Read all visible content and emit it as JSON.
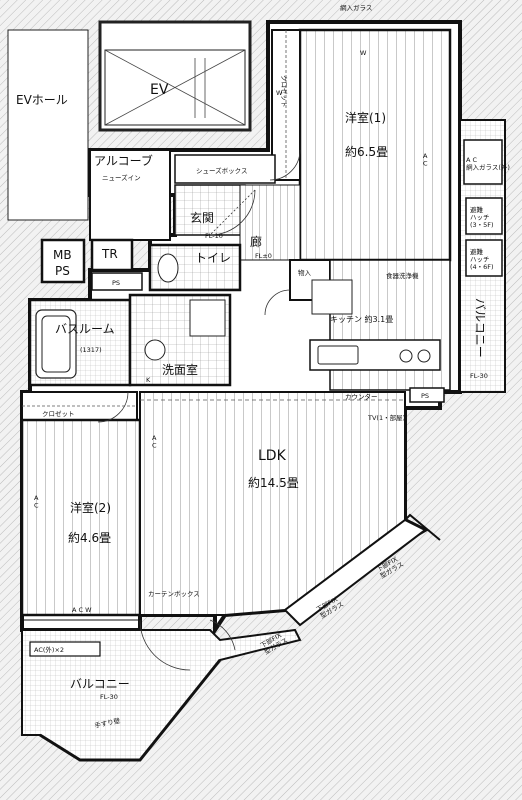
{
  "labels": {
    "top_glass": "網入ガラス",
    "ev_hall": "EVホール",
    "ev": "EV",
    "closet_top": "クロゼット",
    "w_top": "W",
    "w_left": "W",
    "youshitsu1": "洋室(1)",
    "youshitsu1_size": "約6.5畳",
    "ac_top": "A\nC",
    "ac_out_glass": "A C\n網入ガラス(外)",
    "alcove": "アルコーブ",
    "niche": "ニューズイン",
    "shoes_box": "シューズボックス",
    "genkan": "玄関",
    "fl10": "FL-10",
    "rou": "廊",
    "flpm0": "FL±0",
    "toilet": "トイレ",
    "mb": "MB",
    "ps1": "PS",
    "tr": "TR",
    "ps2": "PS",
    "hatch1": "避難\nハッチ\n(3・5F)",
    "hatch2": "避難\nハッチ\n(4・6F)",
    "monoire": "物入",
    "dishwasher": "食器洗浄機",
    "balcony_r": "バルコニー",
    "kitchen": "キッチン 約3.1畳",
    "fl30_r": "FL-30",
    "bathroom": "バスルーム",
    "bath_size": "(1317)",
    "senmenshitsu": "洗面室",
    "k": "K",
    "ps3": "PS",
    "counter": "カウンター",
    "closet_mid": "クロゼット",
    "ldk": "LDK",
    "ldk_size": "約14.5畳",
    "youshitsu2": "洋室(2)",
    "youshitsu2_size": "約4.6畳",
    "ac_left": "A\nC",
    "ac_ldk": "A\nC",
    "curtain_box": "カーテンボックス",
    "acw": "A C W",
    "ac_out2": "AC(外)×2",
    "balcony_b": "バルコニー",
    "fl30_b": "FL-30",
    "tesuri": "手すり壁",
    "fix1": "下部FIX\n型ガラス",
    "fix2": "下部FIX\n型ガラス",
    "fix3": "下部FIX\n型ガラス",
    "tv": "TV(1・部屋)"
  }
}
